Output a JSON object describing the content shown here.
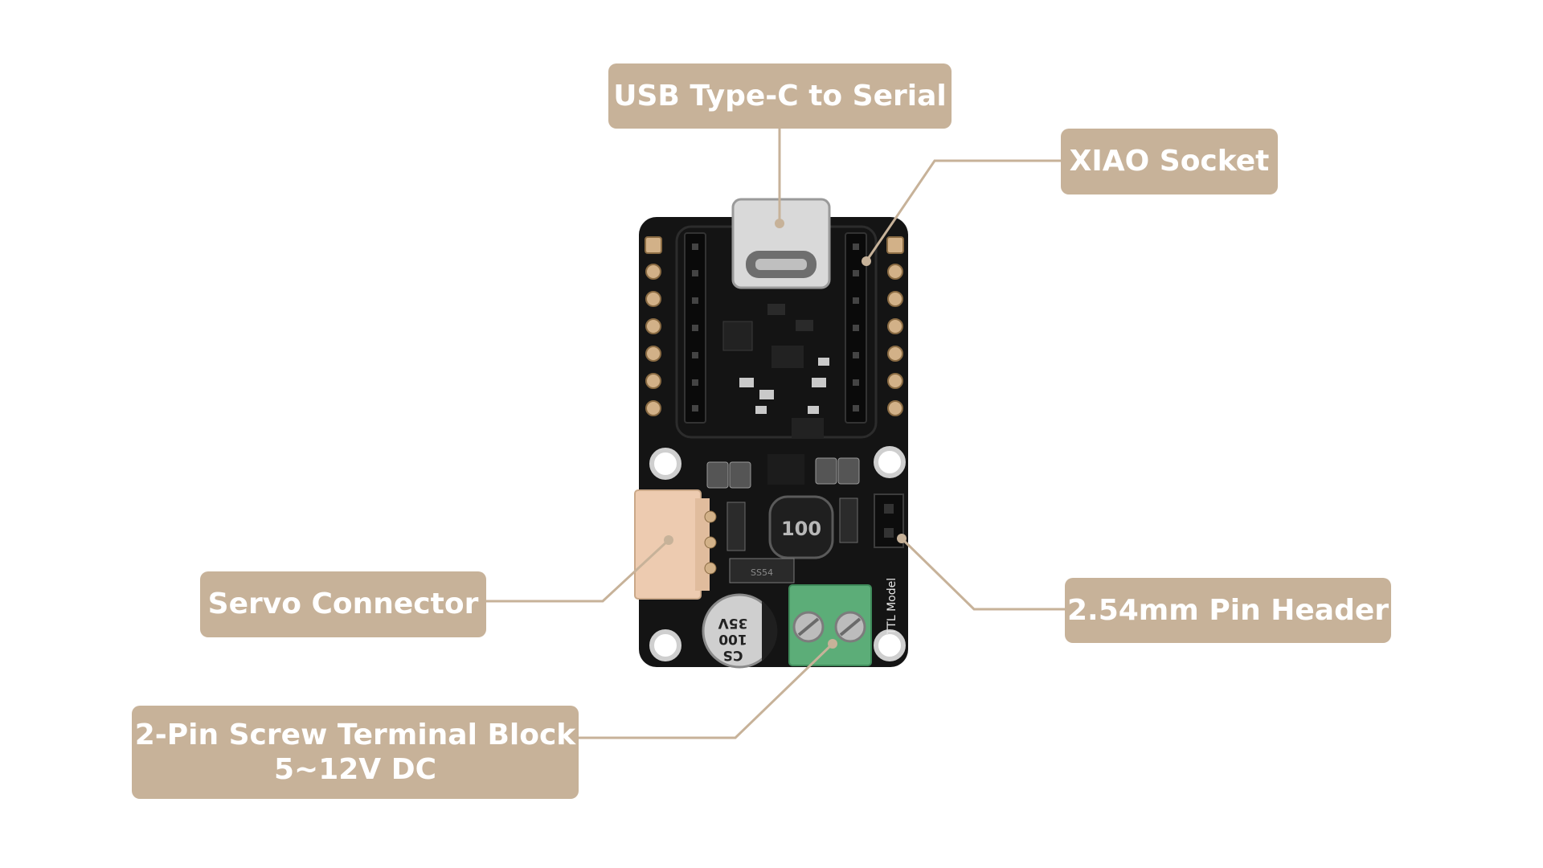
{
  "labels": {
    "usb": "USB Type-C to Serial",
    "xiao": "XIAO Socket",
    "servo": "Servo Connector",
    "pin_header": "2.54mm Pin Header",
    "terminal_line1": "2-Pin Screw Terminal Block",
    "terminal_line2": "5~12V DC"
  },
  "board_print": {
    "inductor": "100",
    "capacitor_line1": "35V",
    "capacitor_line2": "100",
    "capacitor_line3": "CS",
    "ttl_mode": "TTL Model",
    "diode": "SS54"
  },
  "colors": {
    "label_bg": "#c7b299",
    "label_text": "#ffffff",
    "leader_line": "#c7b299",
    "pcb": "#141414",
    "terminal": "#5cad78",
    "servo_connector": "#edcbb0"
  }
}
